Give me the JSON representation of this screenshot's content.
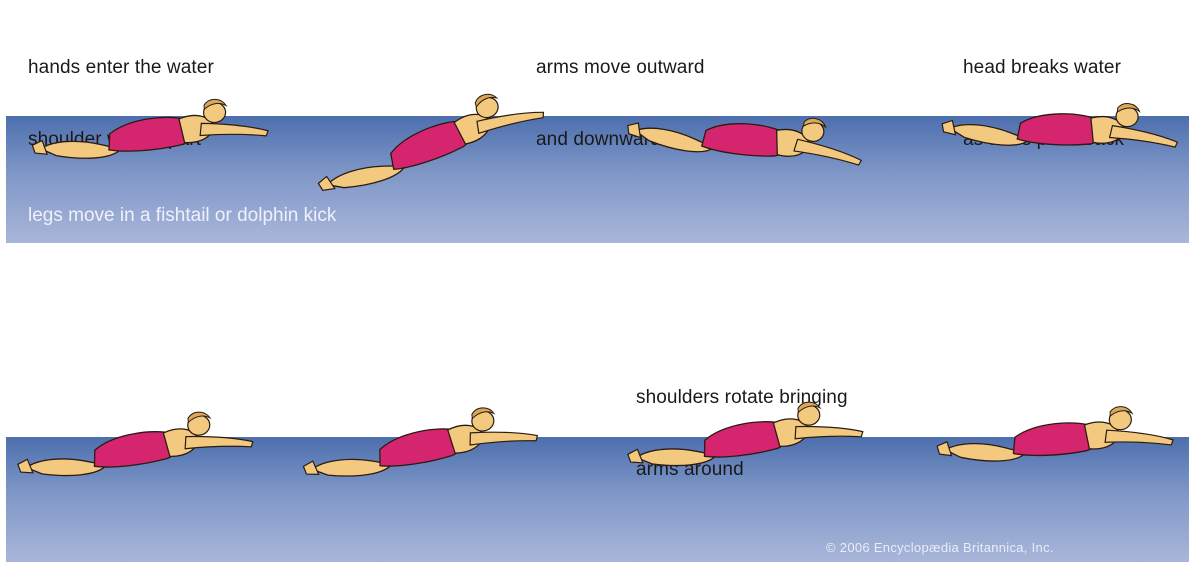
{
  "captions": {
    "step1": {
      "line1": "hands enter the water",
      "line2": "shoulder width apart"
    },
    "step2": {
      "line1": "arms move outward",
      "line2": "and downward"
    },
    "step3": {
      "line1": "head breaks water",
      "line2": "as arms push back"
    },
    "step4": {
      "line1": "shoulders rotate bringing",
      "line2": "arms around"
    }
  },
  "kick_label": "legs move in a fishtail or dolphin kick",
  "copyright": "© 2006 Encyclopædia Britannica, Inc.",
  "colors": {
    "water_top": "#4d6fae",
    "water_bottom": "#a9b6da",
    "skin": "#f2c97f",
    "swimsuit": "#d6256f",
    "outline": "#2b1b10"
  }
}
